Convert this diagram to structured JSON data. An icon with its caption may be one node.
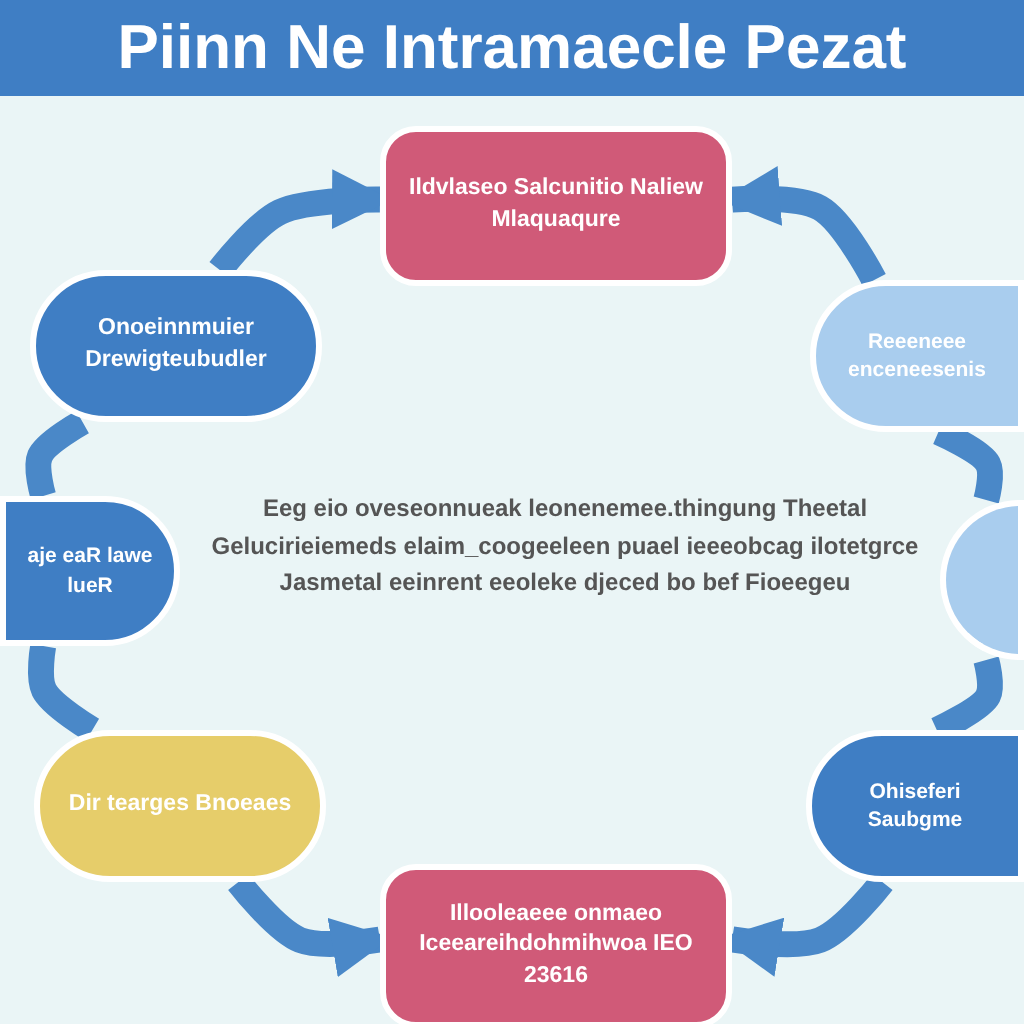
{
  "diagram": {
    "title": "Piinn Ne Intramaecle Pezat",
    "nodes": [
      {
        "text": [
          "Ildvlaseo Salcunitio Naliew Mlaquaqure"
        ]
      },
      {
        "text": [
          "Onoeinnmuier Drewigteubudler"
        ]
      },
      {
        "text": [
          "Reeeneee enceneesenis"
        ]
      },
      {
        "text": [
          "aje eaR lawe lueR"
        ]
      },
      {
        "text": [],
        "shape": "circle"
      },
      {
        "text": [
          "Dir tearges Bnoeaes"
        ]
      },
      {
        "text": [
          "Ohiseferi Saubgme"
        ]
      },
      {
        "text": [
          "Illooleaeee onmaeo Iceeareihdohmihwoa IEO 23616"
        ]
      }
    ],
    "edges": [
      {
        "from": 1,
        "to": 0,
        "arrow": "to"
      },
      {
        "from": 2,
        "to": 0,
        "arrow": "to"
      },
      {
        "from": 5,
        "to": 7,
        "arrow": "to"
      },
      {
        "from": 6,
        "to": 7,
        "arrow": "to"
      },
      {
        "from": 1,
        "to": 3,
        "arrow": "none"
      },
      {
        "from": 3,
        "to": 5,
        "arrow": "none"
      },
      {
        "from": 2,
        "to": 4,
        "arrow": "none"
      },
      {
        "from": 4,
        "to": 6,
        "arrow": "none"
      }
    ],
    "labels": [
      "Eeg eio oveseonnueak leonenemee.thingung Theetal Gelucirieiemeds elaim_coogeeleen puael ieeeobcag ilotetgrce Jasmetal eeinrent eeoleke djeced bo bef Fioeegeu"
    ]
  }
}
